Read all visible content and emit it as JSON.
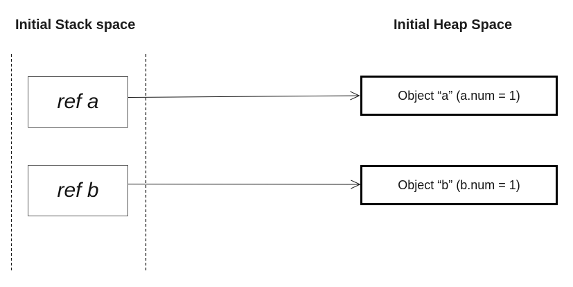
{
  "diagram": {
    "stack": {
      "title": "Initial Stack space",
      "items": [
        {
          "label": "ref a"
        },
        {
          "label": "ref b"
        }
      ]
    },
    "heap": {
      "title": "Initial Heap Space",
      "items": [
        {
          "label": "Object “a” (a.num = 1)"
        },
        {
          "label": "Object “b” (b.num = 1)"
        }
      ]
    },
    "colors": {
      "background": "#ffffff",
      "stack_box_border": "#595959",
      "heap_box_border": "#000000",
      "line": "#1a1a1a",
      "text": "#141414"
    }
  }
}
